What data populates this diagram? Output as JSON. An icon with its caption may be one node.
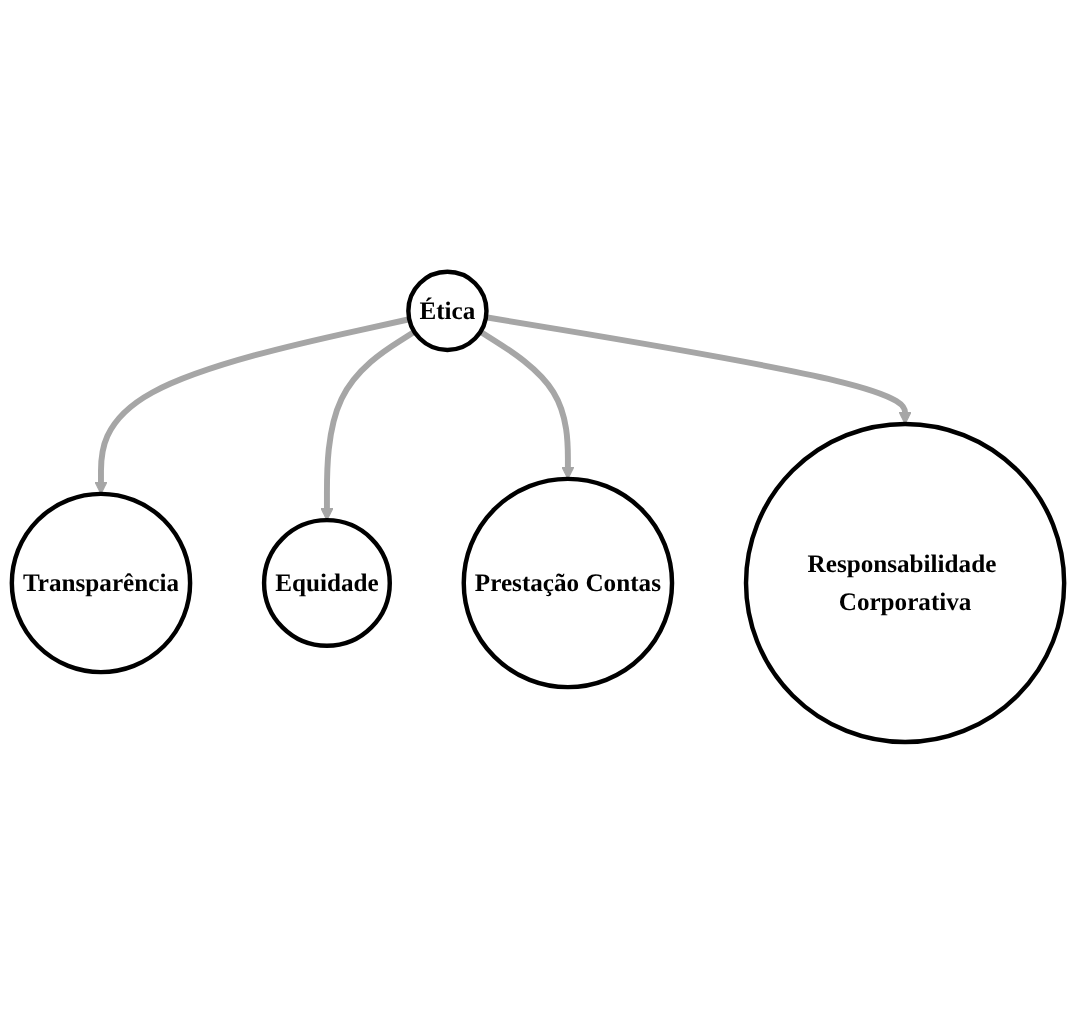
{
  "diagram": {
    "nodes": [
      {
        "text": [
          "Ética"
        ]
      },
      {
        "text": [
          "Transparência"
        ]
      },
      {
        "text": [
          "Equidade"
        ]
      },
      {
        "text": [
          "Prestação Contas"
        ]
      },
      {
        "text": [
          "Responsabilidade Corporativa"
        ]
      }
    ],
    "edges": [
      {
        "from": 0,
        "to": 1,
        "arrow": "to"
      },
      {
        "from": 0,
        "to": 2,
        "arrow": "to"
      },
      {
        "from": 0,
        "to": 3,
        "arrow": "to"
      },
      {
        "from": 0,
        "to": 4,
        "arrow": "to"
      }
    ]
  }
}
